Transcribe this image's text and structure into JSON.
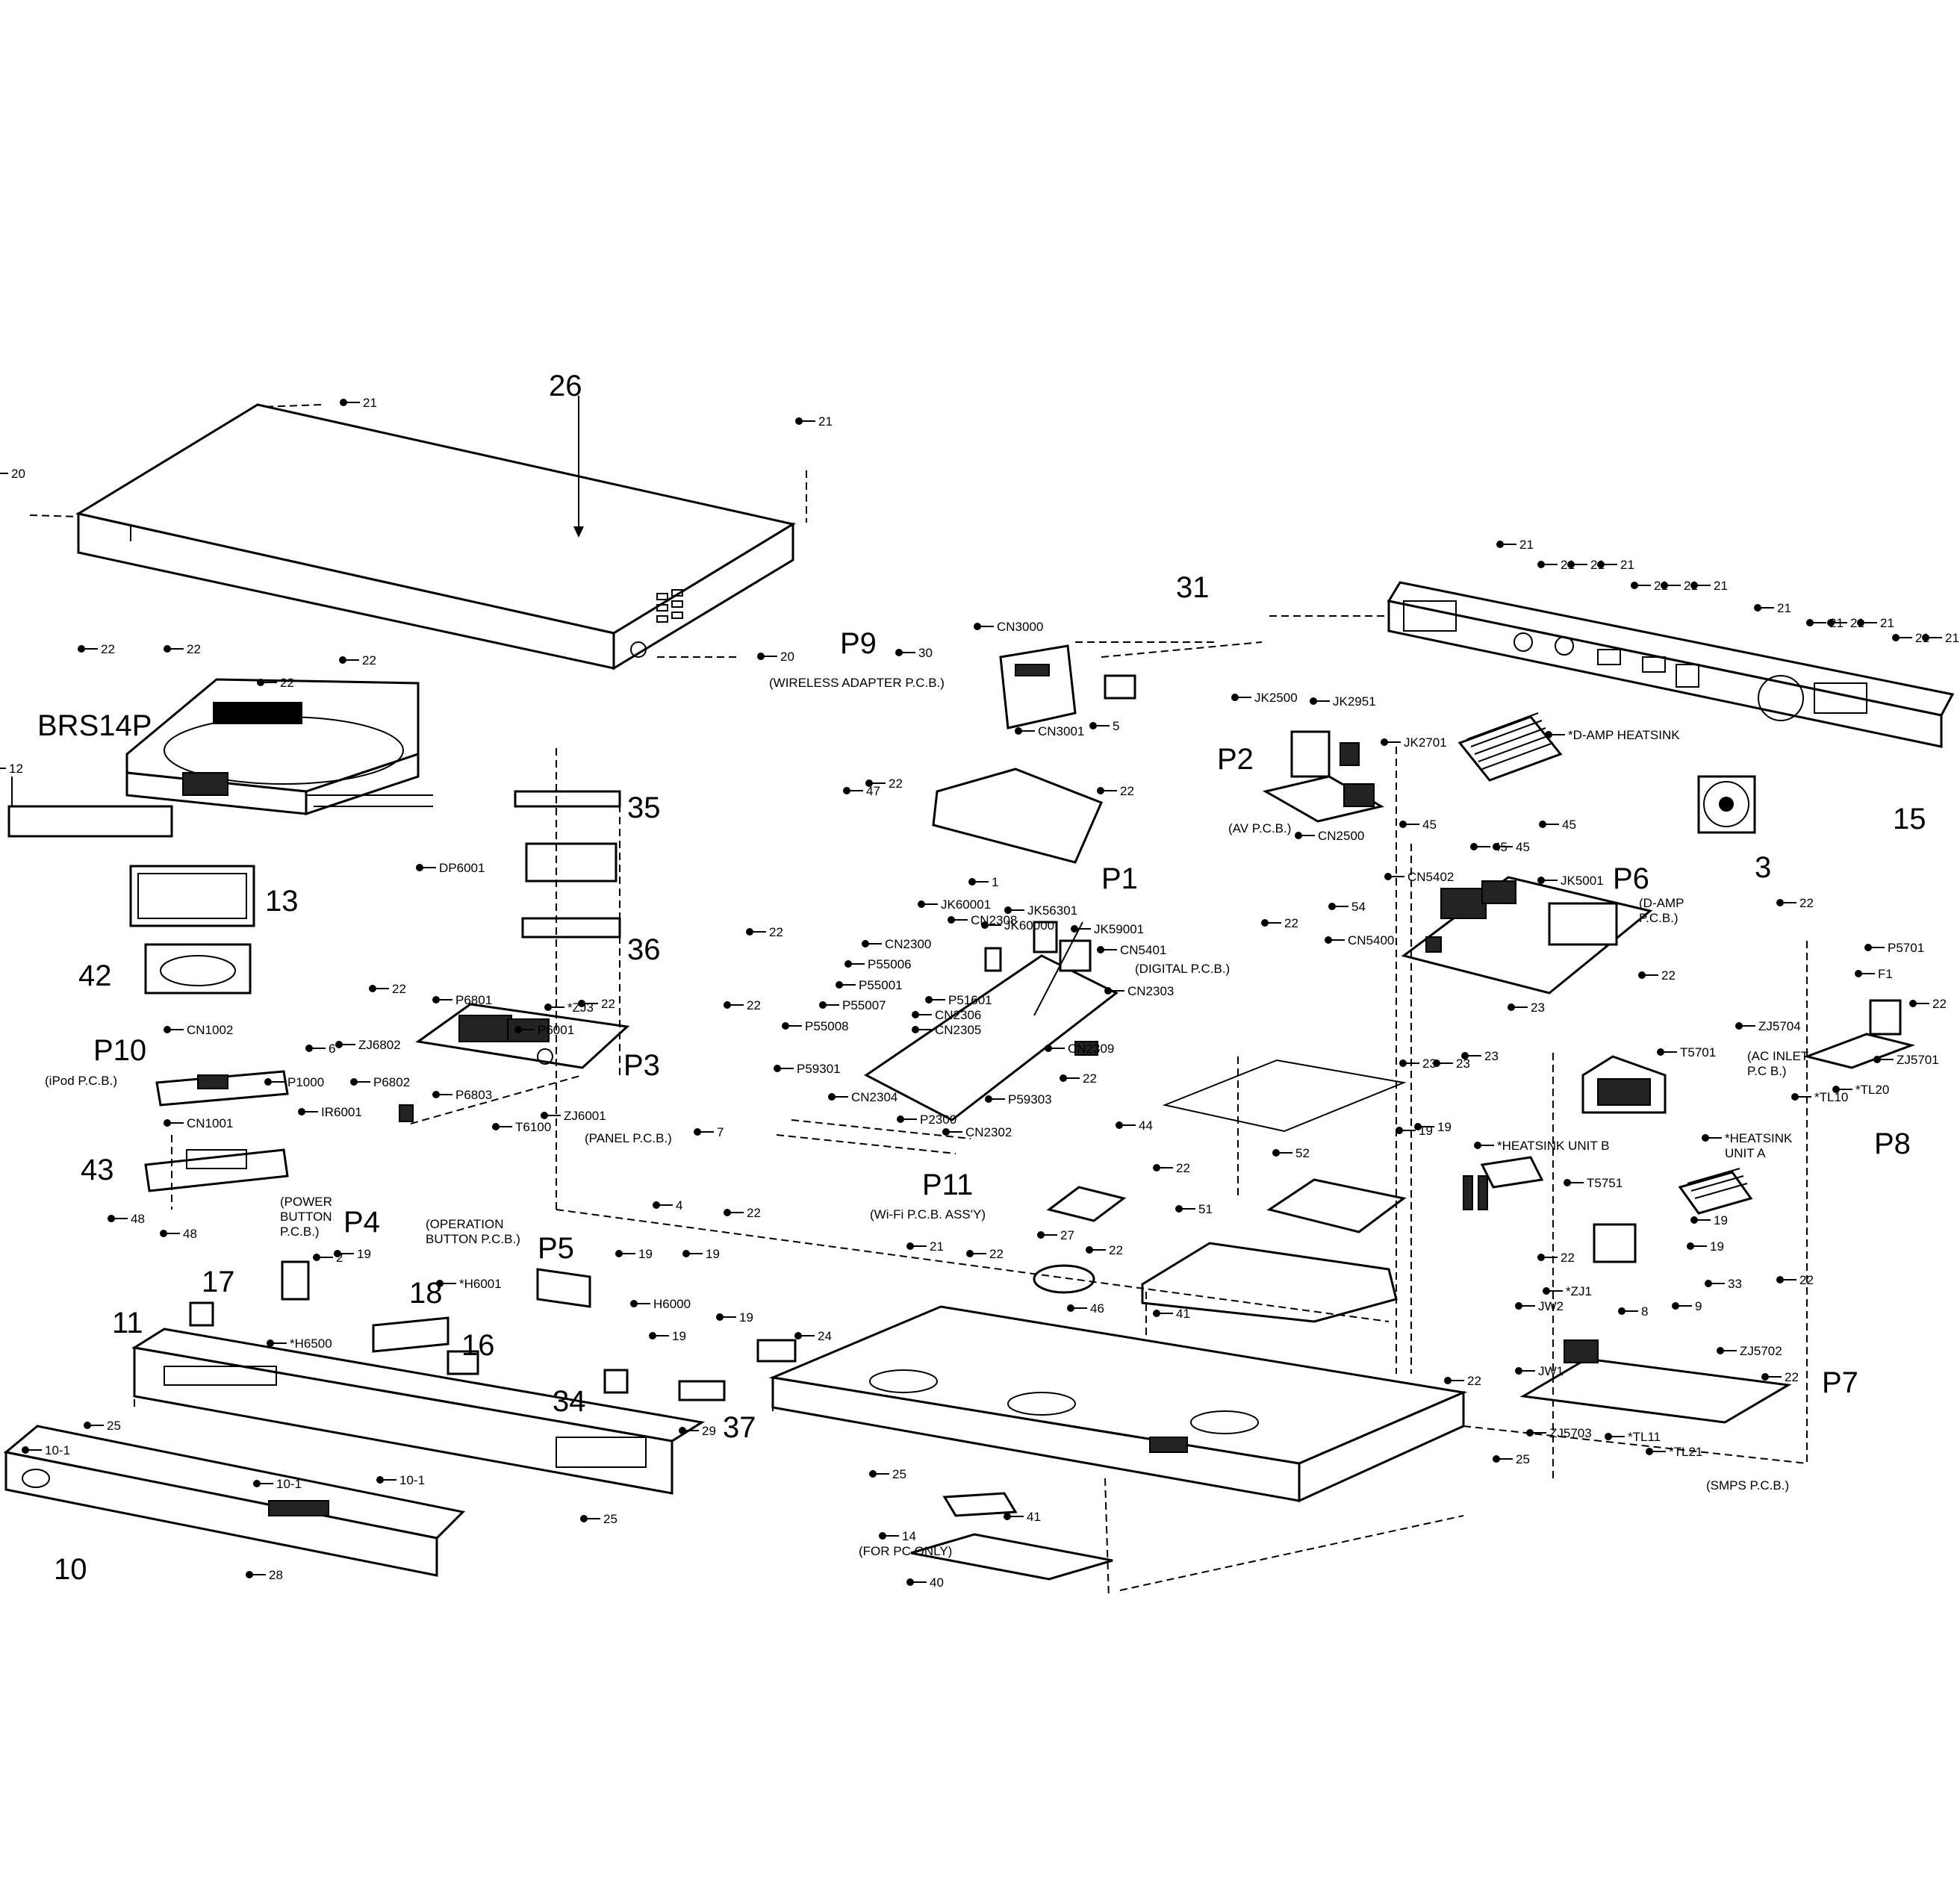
{
  "diagram": {
    "big_labels": [
      "26",
      "31",
      "P9",
      "P2",
      "15",
      "3",
      "BRS14P",
      "35",
      "13",
      "36",
      "42",
      "P1",
      "P6",
      "P10",
      "P3",
      "43",
      "P8",
      "P11",
      "P4",
      "P5",
      "17",
      "18",
      "11",
      "16",
      "34",
      "37",
      "P7",
      "10"
    ],
    "small_labels": [
      "21",
      "20",
      "22",
      "12",
      "DP6001",
      "P6801",
      "P6001",
      "ZJ6802",
      "P6802",
      "P6803",
      "T6100",
      "ZJ6001",
      "(PANEL P.C.B.)",
      "*ZJ3",
      "IR6001",
      "CN1002",
      "6",
      "(iPod P.C.B.)",
      "P1000",
      "CN1001",
      "48",
      "CN3000",
      "30",
      "(WIRELESS ADAPTER P.C.B.)",
      "CN3001",
      "5",
      "47",
      "JK60001",
      "JK56301",
      "JK60000",
      "JK59001",
      "CN2300",
      "CN2308",
      "P55006",
      "P55001",
      "P55007",
      "P51601",
      "P55008",
      "CN2306",
      "CN2305",
      "P59301",
      "CN2304",
      "P2300",
      "CN2302",
      "P59303",
      "CN5401",
      "(DIGITAL P.C.B.)",
      "CN2303",
      "CN2309",
      "7",
      "4",
      "1",
      "JK2500",
      "JK2951",
      "JK2701",
      "(AV P.C.B.)",
      "CN2500",
      "*D-AMP HEATSINK",
      "45",
      "54",
      "CN5402",
      "CN5400",
      "JK5001",
      "(D-AMP P.C.B.)",
      "23",
      "44",
      "52",
      "(Wi-Fi P.C.B. ASS'Y)",
      "27",
      "51",
      "46",
      "41",
      "T5701",
      "*HEATSINK UNIT B",
      "19",
      "T5751",
      "*ZJ1",
      "JW2",
      "JW1",
      "ZJ5703",
      "*HEATSINK UNIT A",
      "P5701",
      "F1",
      "ZJ5704",
      "(AC INLET P.C.B.)",
      "*TL10",
      "*TL20",
      "ZJ5701",
      "33",
      "8",
      "9",
      "ZJ5702",
      "*TL11",
      "*TL21",
      "(SMPS P.C.B.)",
      "(POWER BUTTON P.C.B.)",
      "2",
      "*H6500",
      "(OPERATION BUTTON P.C.B.)",
      "*H6001",
      "H6000",
      "24",
      "29",
      "25",
      "14",
      "(FOR PC ONLY)",
      "40",
      "10-1",
      "28"
    ]
  }
}
